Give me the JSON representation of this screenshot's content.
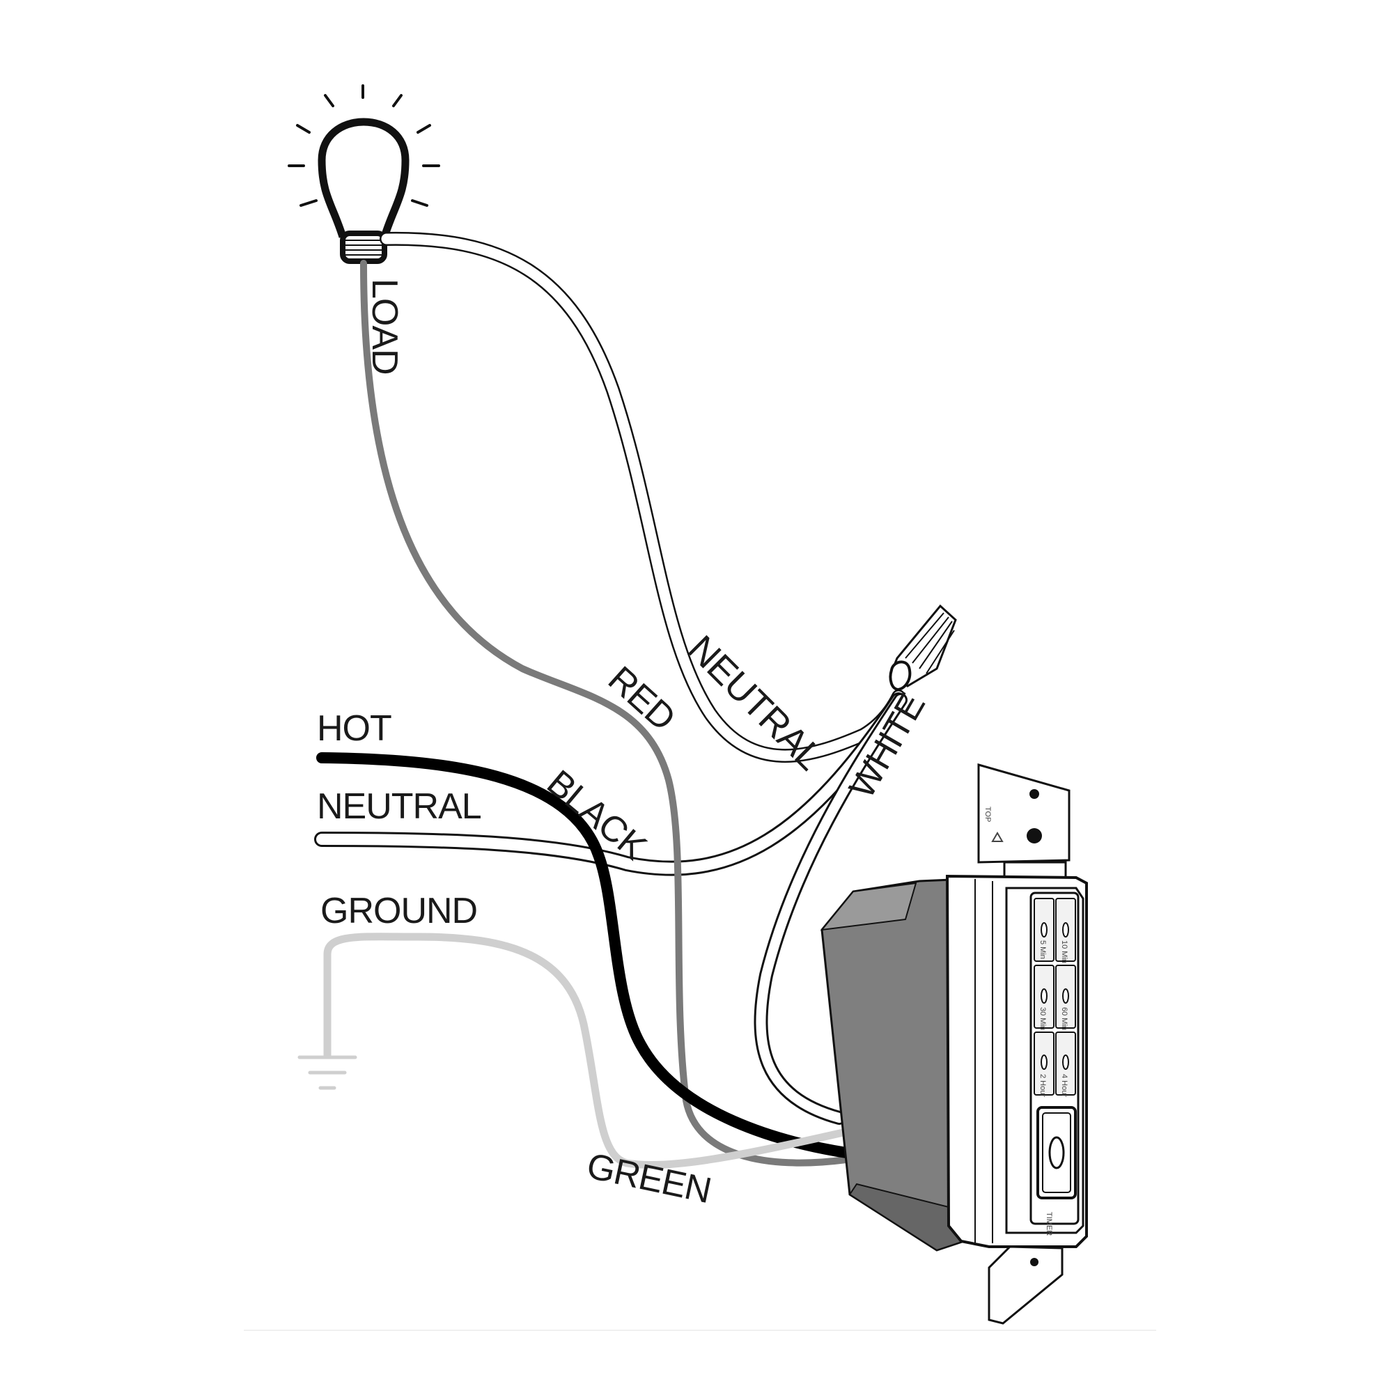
{
  "labels": {
    "load": "LOAD",
    "red": "RED",
    "neutral_upper": "NEUTRAL",
    "white": "WHITE",
    "hot": "HOT",
    "black": "BLACK",
    "neutral_lower": "NEUTRAL",
    "ground": "GROUND",
    "green": "GREEN"
  },
  "switch": {
    "top_marker": "TOP",
    "buttons": [
      "5 Min",
      "10 Min",
      "30 Min",
      "60 Min",
      "2 Hour",
      "4 Hour"
    ],
    "bottom_text": "TIMER"
  },
  "colors": {
    "hot_wire": "#000000",
    "load_wire": "#7a7a7a",
    "neutral_wire": "#ffffff",
    "ground_wire": "#cfcfcf",
    "switch_body": "#808080"
  }
}
